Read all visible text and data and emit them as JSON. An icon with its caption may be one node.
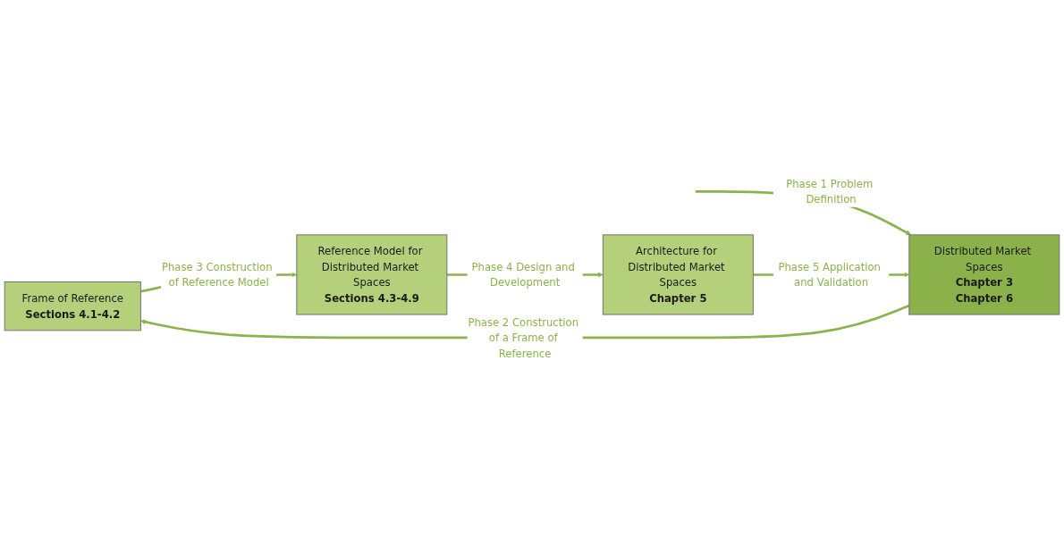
{
  "diagram": {
    "nodes": [
      {
        "text": [
          "Frame of Reference",
          "Sections 4.1-4.2"
        ]
      },
      {
        "text": [
          "Reference Model for Distributed Market Spaces",
          "Sections 4.3-4.9"
        ]
      },
      {
        "text": [
          "Architecture for Distributed Market Spaces",
          "Chapter 5"
        ]
      },
      {
        "text": [
          "Distributed Market Spaces",
          "Chapter 3",
          "Chapter 6"
        ]
      }
    ],
    "edges": [
      {
        "from": null,
        "to": 3,
        "arrow": "to",
        "label": "Phase 1 Problem Definition"
      },
      {
        "from": 3,
        "to": 0,
        "arrow": "to",
        "label": "Phase 2 Construction of a Frame of Reference"
      },
      {
        "from": 0,
        "to": 1,
        "arrow": "to",
        "label": "Phase 3 Construction of Reference Model"
      },
      {
        "from": 1,
        "to": 2,
        "arrow": "to",
        "label": "Phase 4 Design and Development"
      },
      {
        "from": 2,
        "to": 3,
        "arrow": "to",
        "label": "Phase 5 Application and Validation"
      }
    ]
  }
}
